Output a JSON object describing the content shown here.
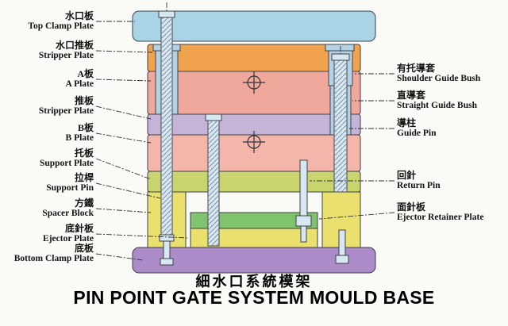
{
  "title": {
    "zh": "細水口系統模架",
    "en": "PIN POINT GATE SYSTEM MOULD BASE"
  },
  "left_labels": [
    {
      "zh": "水口板",
      "en": "Top Clamp Plate"
    },
    {
      "zh": "水口推板",
      "en": "Stripper Plate"
    },
    {
      "zh": "A板",
      "en": "A Plate"
    },
    {
      "zh": "推板",
      "en": "Stripper Plate"
    },
    {
      "zh": "B板",
      "en": "B Plate"
    },
    {
      "zh": "托板",
      "en": "Support Plate"
    },
    {
      "zh": "拉桿",
      "en": "Support Pin"
    },
    {
      "zh": "方鐵",
      "en": "Spacer Block"
    },
    {
      "zh": "底針板",
      "en": "Ejector Plate"
    },
    {
      "zh": "底板",
      "en": "Bottom Clamp Plate"
    }
  ],
  "right_labels": [
    {
      "zh": "有托導套",
      "en": "Shoulder Guide Bush"
    },
    {
      "zh": "直導套",
      "en": "Straight Guide Bush"
    },
    {
      "zh": "導柱",
      "en": "Guide Pin"
    },
    {
      "zh": "回針",
      "en": "Return Pin"
    },
    {
      "zh": "面針板",
      "en": "Ejector Retainer Plate"
    }
  ],
  "colors": {
    "top_clamp_plate": "#a8d4e6",
    "runner_stripper_plate": "#f0a24c",
    "a_plate": "#f0a89d",
    "stripper_plate": "#c6b3d8",
    "b_plate": "#f4b5ab",
    "support_plate": "#c9d46f",
    "spacer_block": "#e9e06e",
    "ejector_retainer_plate": "#7fc36e",
    "ejector_plate": "#e9e06e",
    "bottom_clamp_plate": "#ab8cc8",
    "bush_fill": "#b4d2e4",
    "pin_fill": "#d8e8f2",
    "outline": "#3f4147"
  }
}
